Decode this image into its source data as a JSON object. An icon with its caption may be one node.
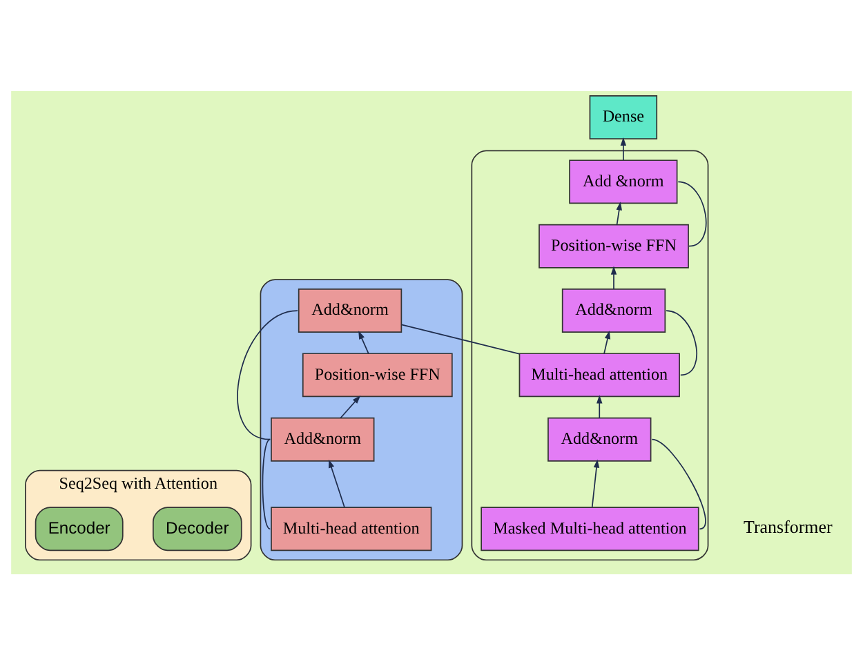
{
  "diagram": {
    "nodes": [
      {
        "text": [
          "Seq2Seq with Attention"
        ]
      },
      {
        "text": [
          "Encoder"
        ],
        "in": 0
      },
      {
        "text": [
          "Decoder"
        ],
        "in": 0
      },
      {
        "text": [],
        "shape": "box"
      },
      {
        "text": [
          "Add&norm"
        ],
        "in": 3
      },
      {
        "text": [
          "Position-wise FFN"
        ],
        "in": 3
      },
      {
        "text": [
          "Add&norm"
        ],
        "in": 3
      },
      {
        "text": [
          "Multi-head attention"
        ],
        "in": 3
      },
      {
        "text": [],
        "shape": "box"
      },
      {
        "text": [
          "Dense"
        ]
      },
      {
        "text": [
          "Add &norm"
        ],
        "in": 8
      },
      {
        "text": [
          "Position-wise FFN"
        ],
        "in": 8
      },
      {
        "text": [
          "Add&norm"
        ],
        "in": 8
      },
      {
        "text": [
          "Multi-head attention"
        ],
        "in": 8
      },
      {
        "text": [
          "Add&norm"
        ],
        "in": 8
      },
      {
        "text": [
          "Masked Multi-head attention"
        ],
        "in": 8
      }
    ],
    "edges": [
      {
        "from": 7,
        "to": 6,
        "arrow": "to"
      },
      {
        "from": 7,
        "to": 6,
        "arrow": "none"
      },
      {
        "from": 6,
        "to": 5,
        "arrow": "to"
      },
      {
        "from": 6,
        "to": 4,
        "arrow": "none"
      },
      {
        "from": 5,
        "to": 4,
        "arrow": "to"
      },
      {
        "from": 4,
        "to": 13,
        "arrow": "none"
      },
      {
        "from": 15,
        "to": 14,
        "arrow": "to"
      },
      {
        "from": 15,
        "to": 14,
        "arrow": "none"
      },
      {
        "from": 14,
        "to": 13,
        "arrow": "to"
      },
      {
        "from": 13,
        "to": 12,
        "arrow": "to"
      },
      {
        "from": 13,
        "to": 12,
        "arrow": "none"
      },
      {
        "from": 12,
        "to": 11,
        "arrow": "to"
      },
      {
        "from": 11,
        "to": 10,
        "arrow": "to"
      },
      {
        "from": 11,
        "to": 10,
        "arrow": "none"
      },
      {
        "from": 10,
        "to": 9,
        "arrow": "to"
      }
    ],
    "labels": [
      "Transformer"
    ]
  }
}
